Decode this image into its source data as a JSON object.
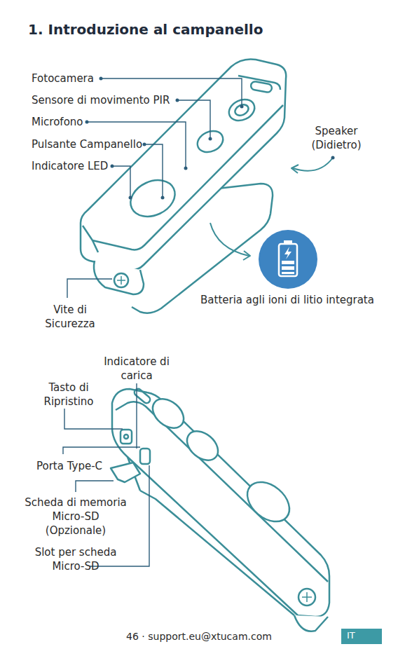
{
  "diagram": {
    "title": "1. Introduzione al campanello",
    "nodes": [
      {
        "text": [
          "IT"
        ]
      }
    ],
    "labels": [
      "Fotocamera",
      "Sensore di movimento PIR",
      "Microfono",
      "Pulsante Campanello",
      "Indicatore LED",
      "Speaker (Didietro)",
      "Vite di Sicurezza",
      "Batteria agli ioni di litio integrata",
      "Indicatore di carica",
      "Tasto di Ripristino",
      "Porta Type-C",
      "Scheda di memoria Micro-SD (Opzionale)",
      "Slot per scheda Micro-SD",
      "46 · support.eu@xtucam.com"
    ]
  }
}
